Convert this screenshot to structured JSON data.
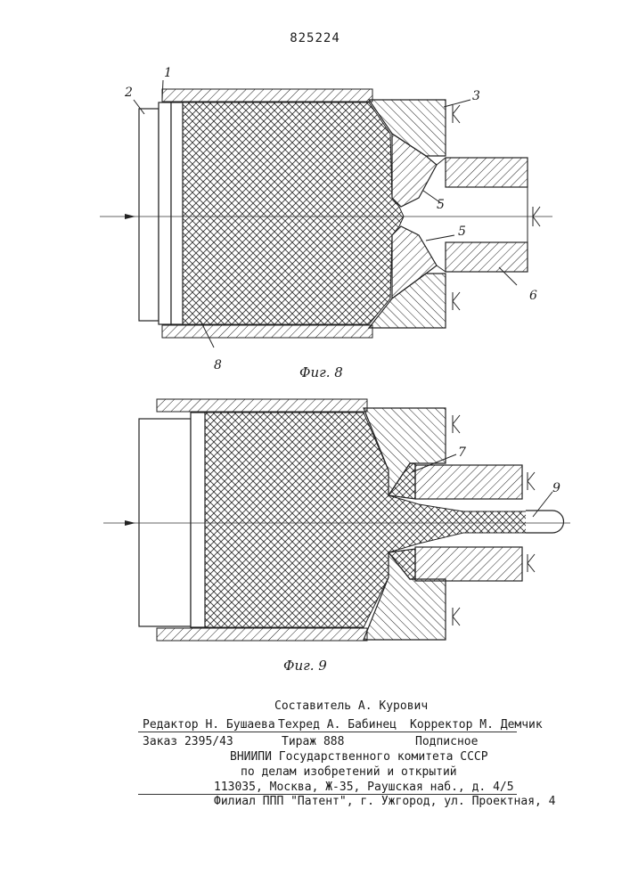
{
  "document": {
    "page_number": "825224"
  },
  "figure8": {
    "caption": "Фиг. 8",
    "labels": {
      "l1": "1",
      "l2": "2",
      "l3": "3",
      "l5a": "5",
      "l5b": "5",
      "l6": "6",
      "l8": "8"
    }
  },
  "figure9": {
    "caption": "Фиг. 9",
    "labels": {
      "l7": "7",
      "l9": "9"
    }
  },
  "colophon": {
    "composer": "Составитель А. Курович",
    "editor": "Редактор  Н. Бушаева",
    "techred": "Техред А. Бабинец",
    "corrector": "Корректор М. Демчик",
    "order": "Заказ 2395/43",
    "circulation": "Тираж 888",
    "subscription": "Подписное",
    "org_line1": "ВНИИПИ Государственного комитета СССР",
    "org_line2": "по делам изобретений и открытий",
    "address": "113035, Москва, Ж-35, Раушская наб., д. 4/5",
    "branch": "Филиал ППП \"Патент\", г. Ужгород, ул. Проектная, 4"
  }
}
